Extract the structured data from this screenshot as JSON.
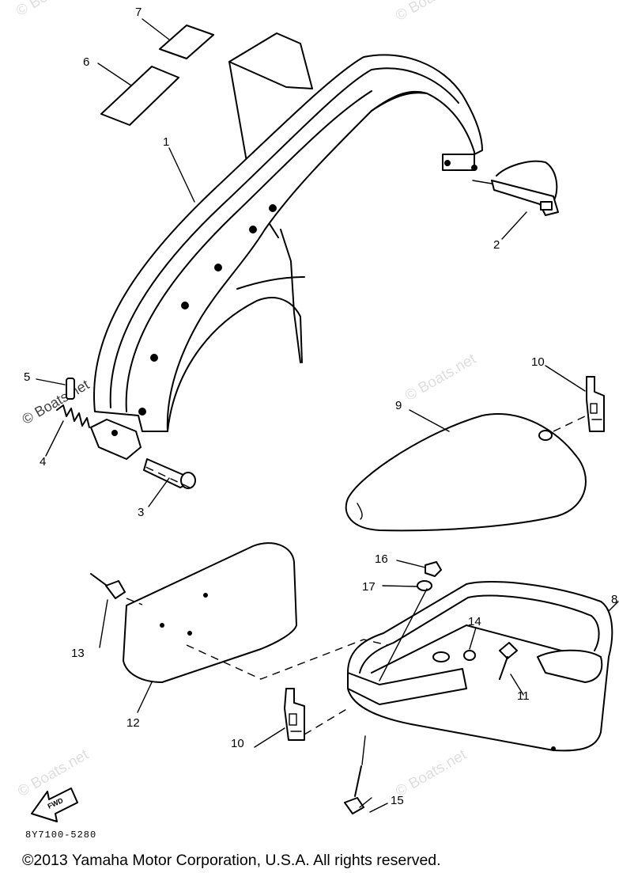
{
  "watermark": "© Boats.net",
  "callouts": {
    "c1": "1",
    "c2": "2",
    "c3": "3",
    "c4": "4",
    "c5": "5",
    "c6": "6",
    "c7": "7",
    "c8": "8",
    "c9": "9",
    "c10a": "10",
    "c10b": "10",
    "c11": "11",
    "c12": "12",
    "c13": "13",
    "c14": "14",
    "c15": "15",
    "c16": "16",
    "c17": "17"
  },
  "fwd_label": "FWD",
  "diagram_code": "8Y7100-5280",
  "copyright": "©2013 Yamaha Motor Corporation, U.S.A. All rights reserved."
}
